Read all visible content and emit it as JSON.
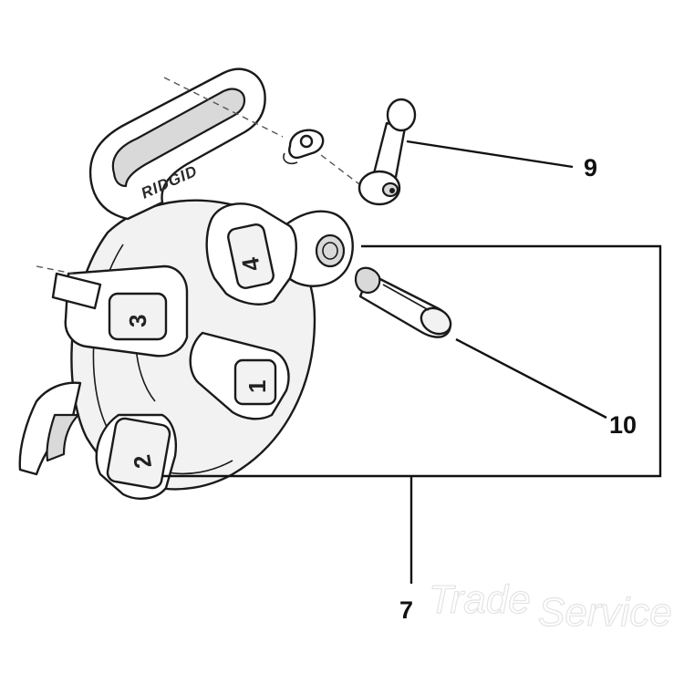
{
  "brand_text": "RIDGID",
  "watermark": [
    "Trade",
    "Service"
  ],
  "segment_numbers": [
    "1",
    "2",
    "3",
    "4"
  ],
  "callouts": [
    {
      "id": "9",
      "label": "9"
    },
    {
      "id": "10",
      "label": "10"
    },
    {
      "id": "7",
      "label": "7"
    }
  ],
  "colors": {
    "line": "#1a1a1a",
    "background": "#ffffff",
    "watermark": "#e4e4e4"
  }
}
